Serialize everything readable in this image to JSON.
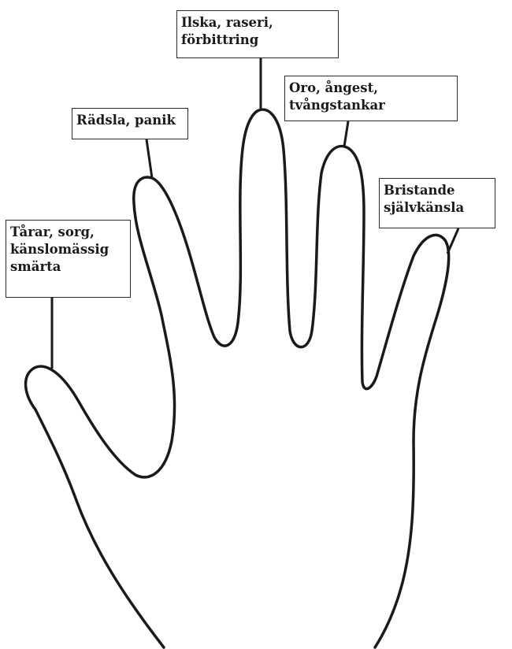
{
  "diagram": {
    "stroke_color": "#1a1a1a",
    "background_color": "#ffffff",
    "labels": [
      {
        "id": "thumb",
        "lines": [
          "Tårar, sorg,",
          "känslomässig",
          "smärta"
        ]
      },
      {
        "id": "index",
        "lines": [
          "Rädsla, panik"
        ]
      },
      {
        "id": "middle",
        "lines": [
          "Ilska, raseri,",
          "förbittring"
        ]
      },
      {
        "id": "ring",
        "lines": [
          "Oro, ångest,",
          "tvångstankar"
        ]
      },
      {
        "id": "little",
        "lines": [
          "Bristande",
          "självkänsla"
        ]
      }
    ]
  }
}
